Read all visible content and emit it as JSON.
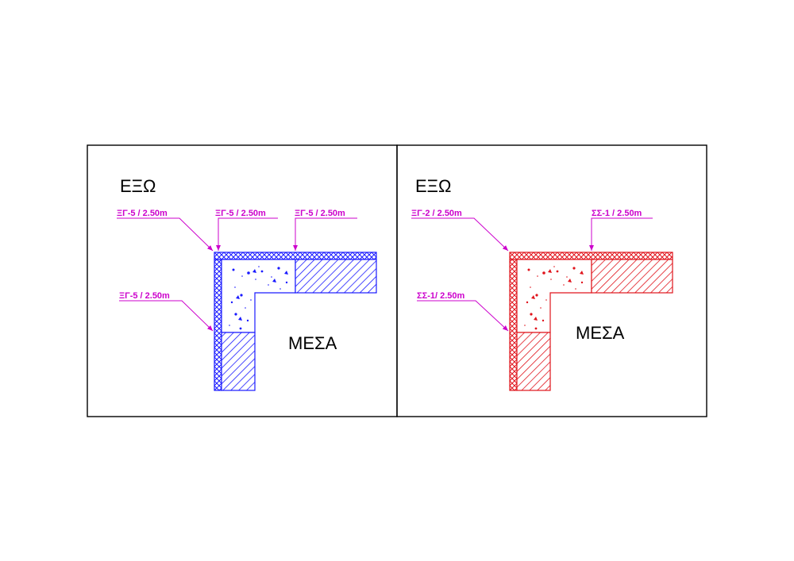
{
  "colors": {
    "frame": "#000000",
    "left_drawing": "#1a1aff",
    "right_drawing": "#e0141c",
    "annotation": "#cc00cc",
    "text": "#000000"
  },
  "left_panel": {
    "outside_label": "ΕΞΩ",
    "inside_label": "ΜΕΣΑ",
    "callouts": [
      "ΞΓ-5 / 2.50m",
      "ΞΓ-5 / 2.50m",
      "ΞΓ-5 / 2.50m",
      "ΞΓ-5 / 2.50m"
    ]
  },
  "right_panel": {
    "outside_label": "ΕΞΩ",
    "inside_label": "ΜΕΣΑ",
    "callouts": [
      "ΞΓ-2 / 2.50m",
      "ΣΣ-1 / 2.50m",
      "ΣΣ-1/ 2.50m"
    ]
  }
}
